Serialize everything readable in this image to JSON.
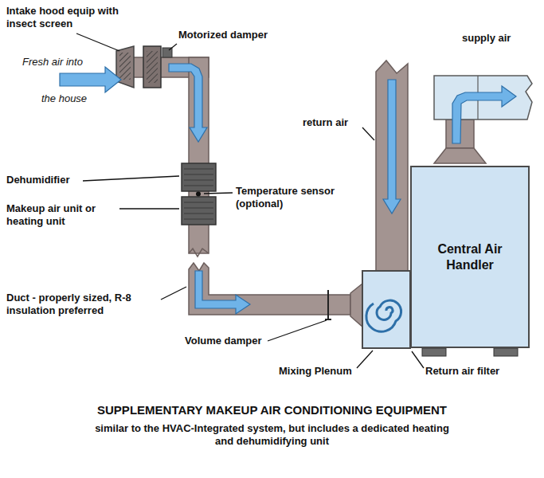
{
  "diagram": {
    "title": "SUPPLEMENTARY MAKEUP AIR CONDITIONING EQUIPMENT",
    "caption": "similar to the HVAC-Integrated system, but includes a dedicated heating and dehumidifying unit",
    "nodes": [
      {
        "text": [
          "Central Air Handler"
        ]
      }
    ],
    "labels": [
      "Intake hood equip with insect screen",
      "Motorized damper",
      "Fresh air into",
      "the house",
      "supply air",
      "return air",
      "Dehumidifier",
      "Temperature sensor (optional)",
      "Makeup air unit or heating unit",
      "Duct - properly sized, R-8 insulation preferred",
      "Volume damper",
      "Mixing Plenum",
      "Return air filter"
    ]
  }
}
